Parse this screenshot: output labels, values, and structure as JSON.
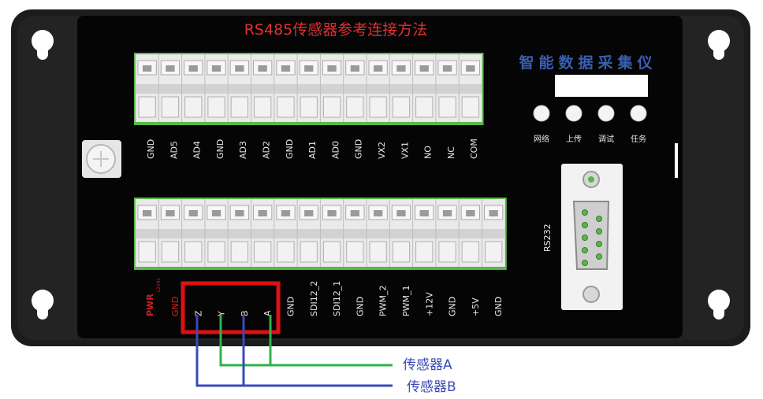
{
  "title": "RS485传感器参考连接方法",
  "device_name": "智能数据采集仪",
  "indicators": [
    {
      "label": "网络"
    },
    {
      "label": "上传"
    },
    {
      "label": "调试"
    },
    {
      "label": "任务"
    }
  ],
  "top_terminals": [
    "GND",
    "AD5",
    "AD4",
    "GND",
    "AD3",
    "AD2",
    "GND",
    "AD1",
    "AD0",
    "GND",
    "VX2",
    "VX1",
    "NO",
    "NC",
    "COM"
  ],
  "bottom_terminals": [
    "GND",
    "Z",
    "Y",
    "B",
    "A",
    "GND",
    "SDI12_2",
    "SDI12_1",
    "GND",
    "PWM_2",
    "PWM_1",
    "+12V",
    "GND",
    "+5V",
    "GND"
  ],
  "power_label": "PWR",
  "power_sub": "12Vdc",
  "rs232_label": "RS232",
  "sensors": [
    {
      "name": "传感器A",
      "color": "#2db34a"
    },
    {
      "name": "传感器B",
      "color": "#3a49b8"
    }
  ],
  "colors": {
    "panel": "#050505",
    "frame": "#1a1a1a",
    "terminal": "#e8e8e8",
    "terminal_edge": "#58b848",
    "title": "#e03030",
    "device_name": "#3a5fb0",
    "highlight_box": "#e01010",
    "power_label": "#d02020"
  }
}
